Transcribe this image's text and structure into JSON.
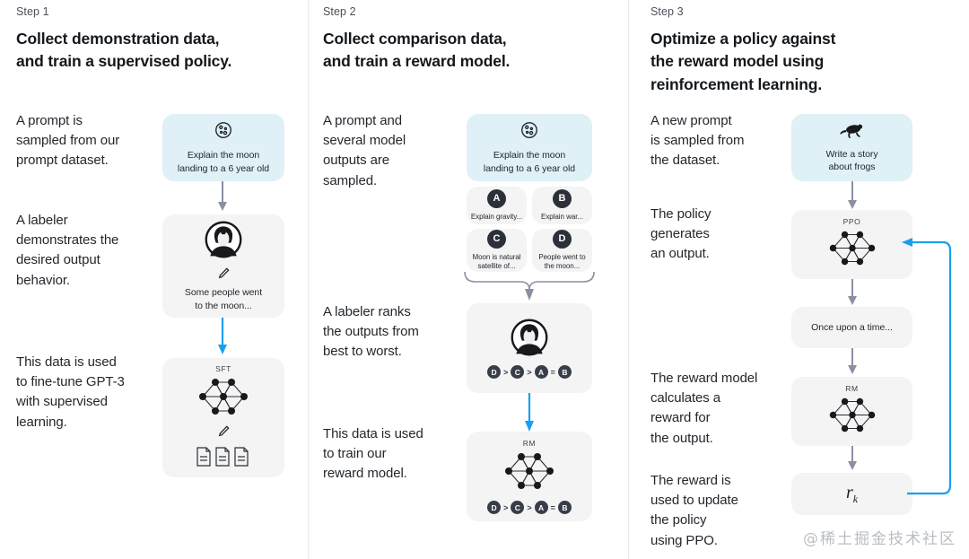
{
  "watermark": "@稀土掘金技术社区",
  "columns": [
    {
      "step_label": "Step 1",
      "title": "Collect demonstration data,\nand train a supervised policy.",
      "captions": [
        "A prompt is\nsampled from our\nprompt dataset.",
        "A labeler\ndemonstrates the\ndesired output\nbehavior.",
        "This data is used\nto fine-tune GPT-3\nwith supervised\nlearning."
      ],
      "cards": [
        {
          "name": "prompt-card",
          "icon": "moon-icon",
          "text": "Explain the moon\nlanding to a 6 year old",
          "style": "blue"
        },
        {
          "name": "labeler-demo-card",
          "icon": "labeler-icon",
          "text": "Some people went\nto the moon..."
        },
        {
          "name": "sft-model-card",
          "icon": "neural-net-icon",
          "label": "SFT",
          "text": ""
        }
      ]
    },
    {
      "step_label": "Step 2",
      "title": "Collect comparison data,\nand train a reward model.",
      "captions": [
        "A prompt and\nseveral model\noutputs are\nsampled.",
        "A labeler ranks\nthe outputs from\nbest to worst.",
        "This data is used\nto train our\nreward model."
      ],
      "cards": [
        {
          "name": "prompt-card",
          "icon": "moon-icon",
          "text": "Explain the moon\nlanding to a 6 year old",
          "style": "blue"
        },
        {
          "name": "output-card-a",
          "badge": "A",
          "text": "Explain gravity..."
        },
        {
          "name": "output-card-b",
          "badge": "B",
          "text": "Explain war..."
        },
        {
          "name": "output-card-c",
          "badge": "C",
          "text": "Moon is natural\nsatellite of..."
        },
        {
          "name": "output-card-d",
          "badge": "D",
          "text": "People went to\nthe moon..."
        },
        {
          "name": "labeler-ranking-card",
          "icon": "labeler-icon",
          "ranking": [
            "D",
            ">",
            "C",
            ">",
            "A",
            "=",
            "B"
          ]
        },
        {
          "name": "reward-model-card",
          "icon": "neural-net-icon",
          "label": "RM",
          "ranking": [
            "D",
            ">",
            "C",
            ">",
            "A",
            "=",
            "B"
          ]
        }
      ]
    },
    {
      "step_label": "Step 3",
      "title": "Optimize a policy against\nthe reward model using\nreinforcement learning.",
      "captions": [
        "A new prompt\nis sampled from\nthe dataset.",
        "The policy\ngenerates\nan output.",
        "The reward model\ncalculates a\nreward for\nthe output.",
        "The reward is\nused to update\nthe policy\nusing PPO."
      ],
      "cards": [
        {
          "name": "new-prompt-card",
          "icon": "frog-icon",
          "text": "Write a story\nabout frogs",
          "style": "blue"
        },
        {
          "name": "ppo-policy-card",
          "icon": "neural-net-icon",
          "label": "PPO"
        },
        {
          "name": "generated-output-card",
          "text": "Once upon a time..."
        },
        {
          "name": "reward-model-card",
          "icon": "neural-net-icon",
          "label": "RM"
        },
        {
          "name": "reward-value-card",
          "formula": "r",
          "subscript": "k"
        }
      ]
    }
  ],
  "colors": {
    "card_bg": "#f4f4f5",
    "card_blue_bg": "#dff0f7",
    "arrow_gray": "#8a8fa3",
    "arrow_blue": "#18a0f0",
    "pill": "#383d4a",
    "text": "#1c2024"
  }
}
